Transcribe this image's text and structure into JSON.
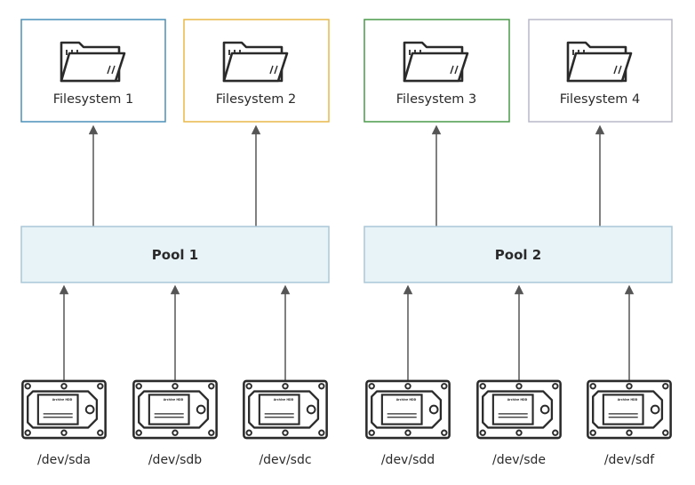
{
  "filesystems": [
    {
      "label": "Filesystem 1",
      "border_color": "#4a90b8",
      "icon": "folder-icon"
    },
    {
      "label": "Filesystem 2",
      "border_color": "#e8b84a",
      "icon": "folder-icon"
    },
    {
      "label": "Filesystem 3",
      "border_color": "#4a9a4a",
      "icon": "folder-icon"
    },
    {
      "label": "Filesystem 4",
      "border_color": "#b8b8c8",
      "icon": "folder-icon"
    }
  ],
  "pools": [
    {
      "label": "Pool 1",
      "fill_color": "#e8f3f8",
      "border_color": "#aac8d8"
    },
    {
      "label": "Pool 2",
      "fill_color": "#e8f3f8",
      "border_color": "#aac8d8"
    }
  ],
  "devices": [
    {
      "label": "/dev/sda",
      "icon": "hard-drive-icon",
      "drive_label": "Archive HDD"
    },
    {
      "label": "/dev/sdb",
      "icon": "hard-drive-icon",
      "drive_label": "Archive HDD"
    },
    {
      "label": "/dev/sdc",
      "icon": "hard-drive-icon",
      "drive_label": "Archive HDD"
    },
    {
      "label": "/dev/sdd",
      "icon": "hard-drive-icon",
      "drive_label": "Archive HDD"
    },
    {
      "label": "/dev/sde",
      "icon": "hard-drive-icon",
      "drive_label": "Archive HDD"
    },
    {
      "label": "/dev/sdf",
      "icon": "hard-drive-icon",
      "drive_label": "Archive HDD"
    }
  ],
  "arrow_color": "#555555"
}
